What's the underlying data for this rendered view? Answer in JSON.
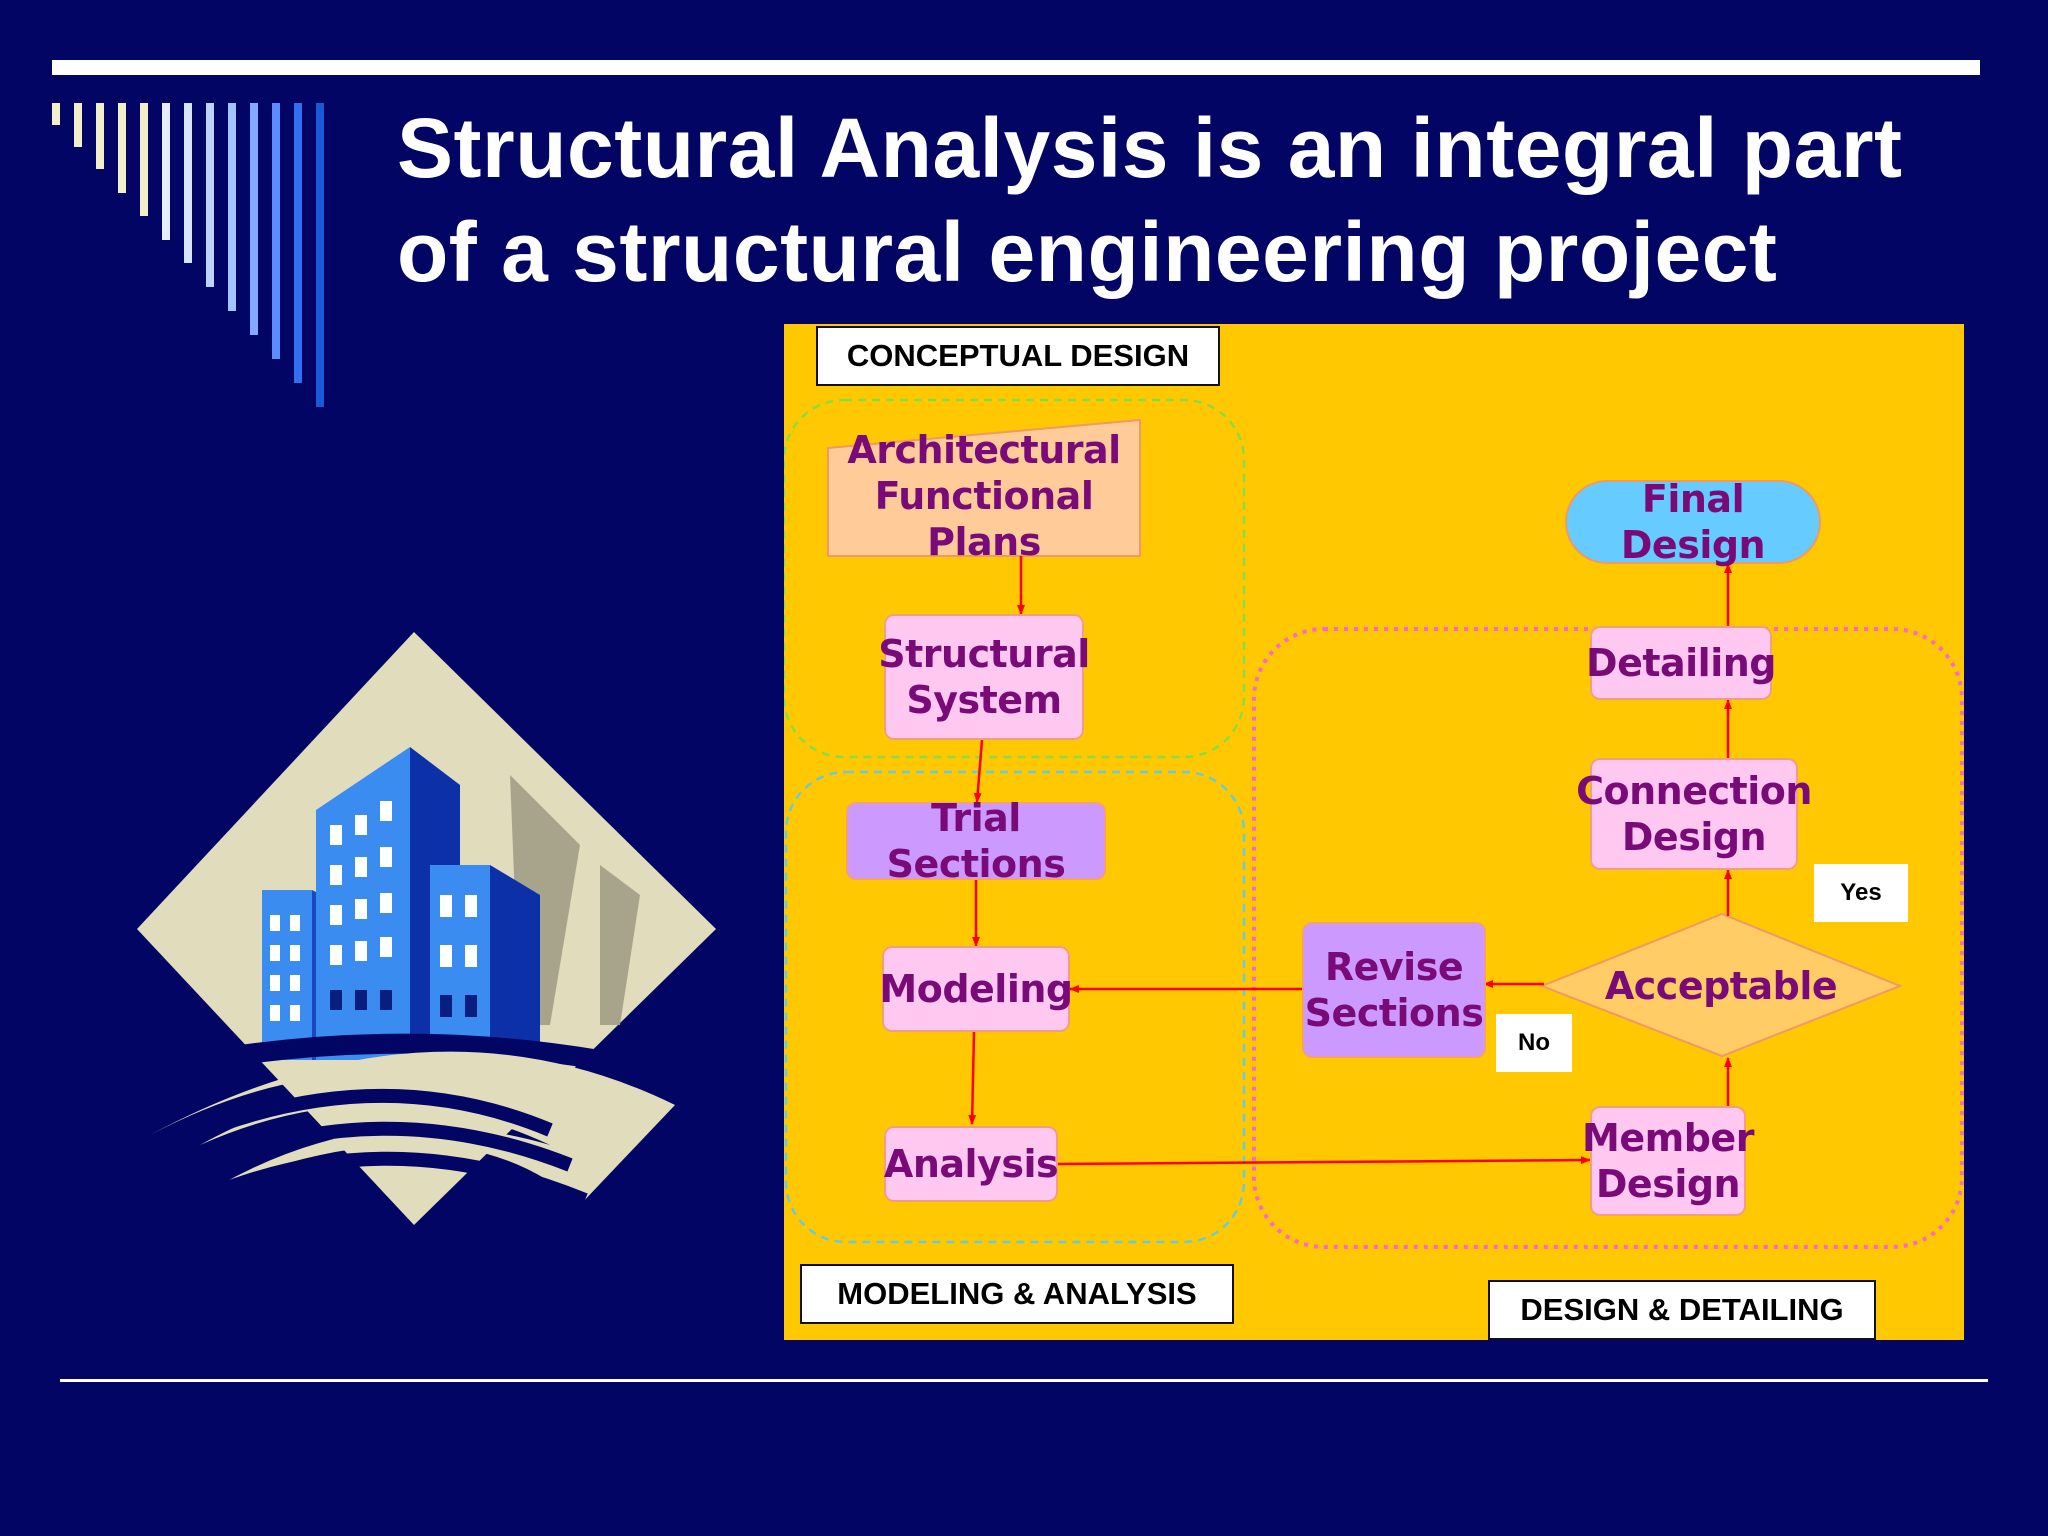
{
  "slide": {
    "title": "Structural Analysis is an integral part of a structural engineering project"
  },
  "diagram": {
    "sections": {
      "conceptual": "CONCEPTUAL DESIGN",
      "modeling": "MODELING & ANALYSIS",
      "design": "DESIGN & DETAILING"
    },
    "nodes": {
      "architectural": "Architectural\nFunctional Plans",
      "structural_system": "Structural\nSystem",
      "trial_sections": "Trial Sections",
      "modeling": "Modeling",
      "analysis": "Analysis",
      "member_design": "Member\nDesign",
      "acceptable": "Acceptable",
      "revise_sections": "Revise\nSections",
      "connection_design": "Connection\nDesign",
      "detailing": "Detailing",
      "final_design": "Final Design"
    },
    "decision_labels": {
      "yes": "Yes",
      "no": "No"
    }
  },
  "colors": {
    "background": "#020563",
    "panel": "#ffc800",
    "node_text": "#7a0a78",
    "node_fill": "#ffc8f0",
    "trial_fill": "#cc99ff",
    "final_fill": "#66ccff",
    "decision_fill": "#ffcc66",
    "arrow": "#ff0000"
  }
}
